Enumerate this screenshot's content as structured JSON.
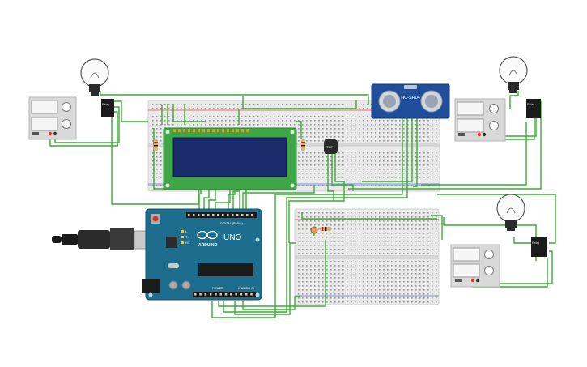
{
  "colors": {
    "background": "#ffffff",
    "wire_green": "#3aaa35",
    "wire_dark": "#1f7a1f",
    "breadboard": "#e9e9e9",
    "breadboard_hole": "#9a9a9a",
    "arduino_blue": "#1d6e8e",
    "lcd_frame": "#3fa648",
    "lcd_screen": "#1a2b6b",
    "sensor_blue": "#1f4f9a",
    "relay_black": "#1b1b1b",
    "power_supply": "#d9d9d9",
    "resistor": "#d8b07a"
  },
  "sensor": {
    "label": "HC-SR04"
  },
  "arduino": {
    "logo_text": "ARDUINO",
    "model": "UNO",
    "digital_label": "DIGITAL (PWM~)",
    "power_label": "POWER",
    "analog_label": "ANALOG IN",
    "tx_label": "TX",
    "rx_label": "RX",
    "l_label": "L"
  },
  "relays": [
    {
      "label": "Relay"
    },
    {
      "label": "Relay"
    },
    {
      "label": "Relay"
    }
  ],
  "temp_sensor": {
    "label": "TMP"
  }
}
